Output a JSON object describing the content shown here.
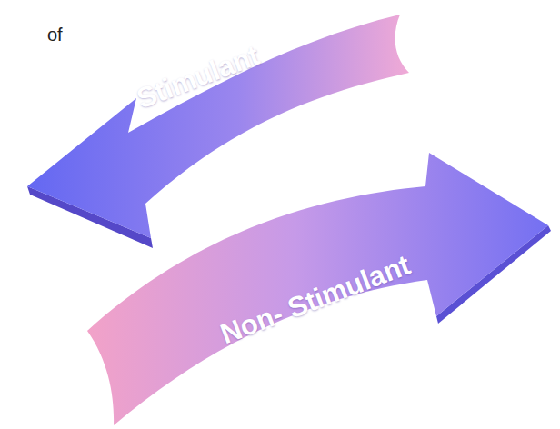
{
  "diagram": {
    "nodes": [
      {
        "text": [
          "Stimulant"
        ]
      },
      {
        "text": [
          "Non- Stimulant"
        ]
      }
    ],
    "labels": [
      "of"
    ]
  }
}
